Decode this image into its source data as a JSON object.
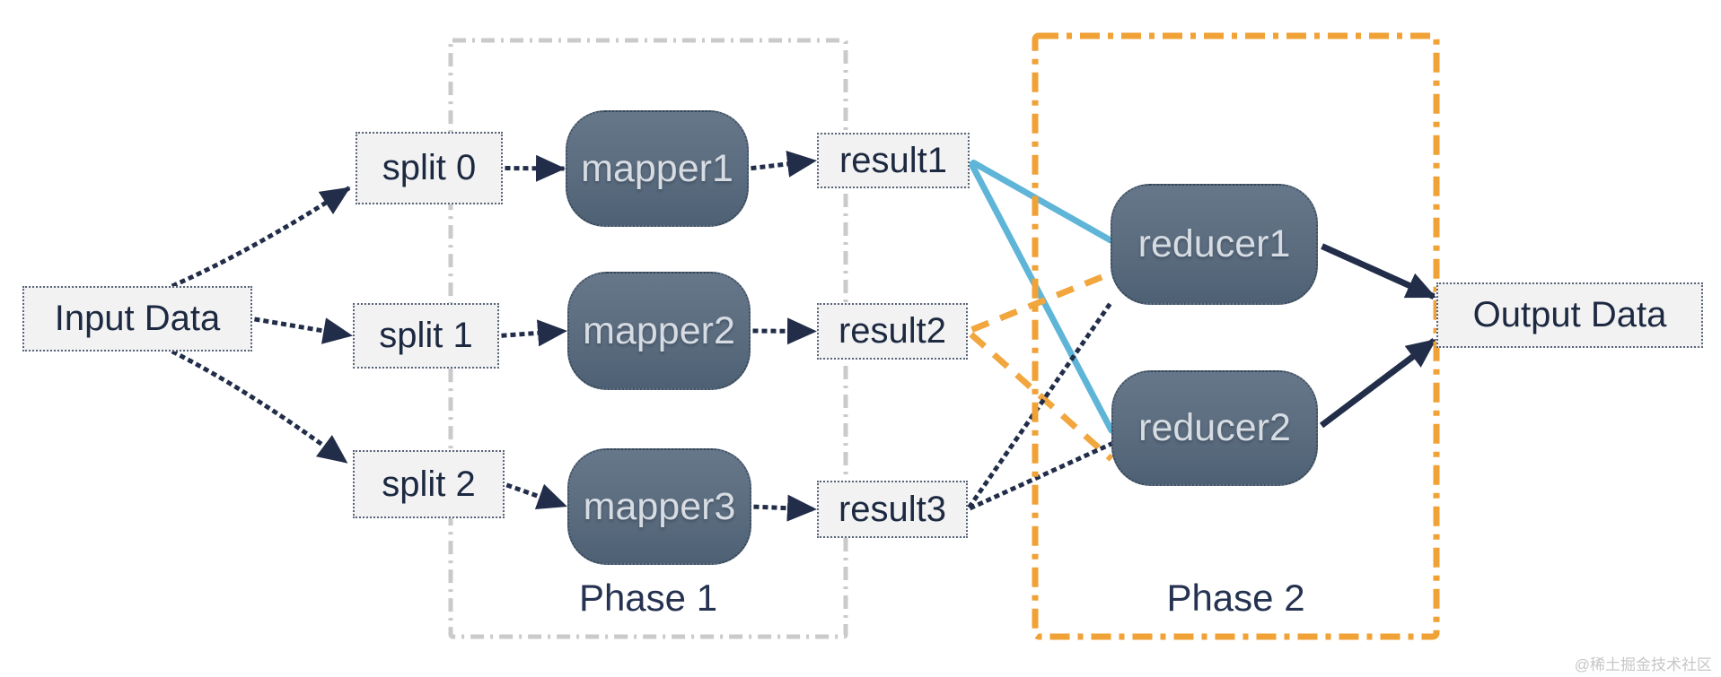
{
  "phase_boxes": [
    {
      "id": "phase1",
      "label": "Phase 1",
      "border_color": "#cacaca"
    },
    {
      "id": "phase2",
      "label": "Phase 2",
      "border_color": "#f0a236"
    }
  ],
  "nodes": {
    "input": "Input Data",
    "splits": [
      "split 0",
      "split 1",
      "split 2"
    ],
    "mappers": [
      "mapper1",
      "mapper2",
      "mapper3"
    ],
    "results": [
      "result1",
      "result2",
      "result3"
    ],
    "reducers": [
      "reducer1",
      "reducer2"
    ],
    "output": "Output Data"
  },
  "edges": [
    {
      "from": "input",
      "to": "split0",
      "style": "dotted-arrow"
    },
    {
      "from": "input",
      "to": "split1",
      "style": "dotted-arrow"
    },
    {
      "from": "input",
      "to": "split2",
      "style": "dotted-arrow"
    },
    {
      "from": "split0",
      "to": "mapper1",
      "style": "dotted-arrow"
    },
    {
      "from": "split1",
      "to": "mapper2",
      "style": "dotted-arrow"
    },
    {
      "from": "split2",
      "to": "mapper3",
      "style": "dotted-arrow"
    },
    {
      "from": "mapper1",
      "to": "result1",
      "style": "dotted-arrow"
    },
    {
      "from": "mapper2",
      "to": "result2",
      "style": "dotted-arrow"
    },
    {
      "from": "mapper3",
      "to": "result3",
      "style": "dotted-arrow"
    },
    {
      "from": "result1",
      "to": "reducer1",
      "style": "solid-cyan"
    },
    {
      "from": "result1",
      "to": "reducer2",
      "style": "solid-cyan"
    },
    {
      "from": "result2",
      "to": "reducer1",
      "style": "dashed-orange"
    },
    {
      "from": "result2",
      "to": "reducer2",
      "style": "dashed-orange"
    },
    {
      "from": "result3",
      "to": "reducer1",
      "style": "dotted-line"
    },
    {
      "from": "result3",
      "to": "reducer2",
      "style": "dotted-line"
    },
    {
      "from": "reducer1",
      "to": "output",
      "style": "solid-arrow"
    },
    {
      "from": "reducer2",
      "to": "output",
      "style": "solid-arrow"
    }
  ],
  "colors": {
    "arrow_navy": "#222e49",
    "shuffle_cyan": "#5fb5d8",
    "shuffle_orange": "#f1a63e",
    "phase1_border": "#cacaca",
    "phase2_border": "#f0a236",
    "rect_node_fill": "#f2f2f3",
    "rect_node_text": "#1c2940",
    "pill_node_fill": "#5b6c7f",
    "pill_node_text": "#d6dce2",
    "phase_label_text": "#263251"
  },
  "watermark": "@稀土掘金技术社区"
}
